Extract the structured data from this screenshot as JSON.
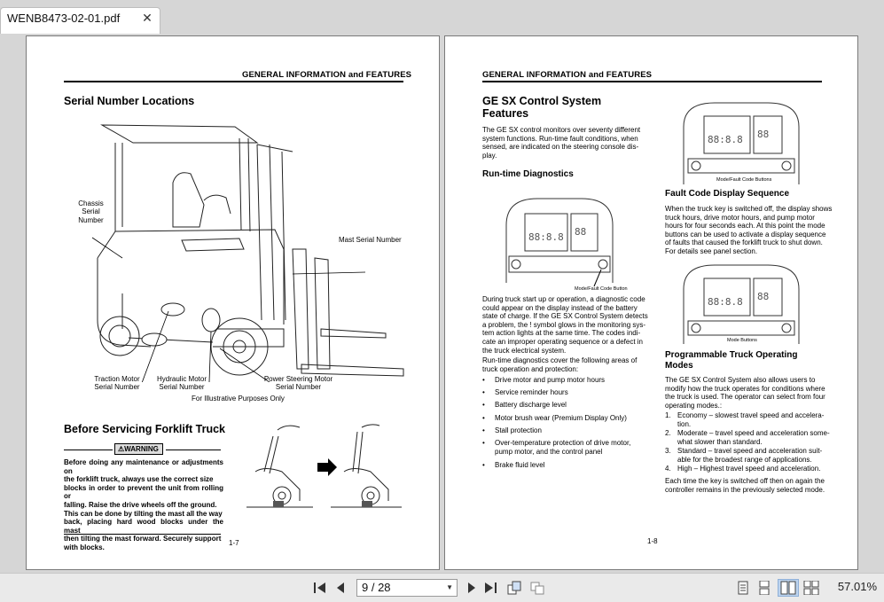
{
  "tab": {
    "title": "WENB8473-02-01.pdf",
    "close_label": "✕"
  },
  "left_page": {
    "header": "GENERAL INFORMATION and FEATURES",
    "serial_title": "Serial Number Locations",
    "labels": {
      "chassis": [
        "Chassis",
        "Serial",
        "Number"
      ],
      "mast": "Mast Serial Number",
      "traction": [
        "Traction Motor",
        "Serial Number"
      ],
      "hydraulic": [
        "Hydraulic Motor",
        "Serial Number"
      ],
      "steering": [
        "Power Steering Motor",
        "Serial Number"
      ],
      "illustrative": "For Illustrative Purposes Only"
    },
    "before_title": "Before Servicing Forklift Truck",
    "warning_label": "WARNING",
    "warning_lines": [
      "Before doing any maintenance or adjustments on",
      "the forklift truck, always use the correct size",
      "blocks in order to prevent the unit from rolling or",
      "falling. Raise the drive wheels off the ground.",
      "This can be done by tilting the mast all the way",
      "back, placing hard wood blocks under the mast",
      "then tilting the mast forward. Securely support",
      "with blocks."
    ],
    "page_number": "1-7"
  },
  "right_page": {
    "header": "GENERAL INFORMATION and FEATURES",
    "title_lines": [
      "GE SX Control System",
      "Features"
    ],
    "intro_lines": [
      "The GE SX control monitors over seventy different",
      "system functions. Run-time fault conditions, when",
      "sensed, are indicated on the steering console dis-",
      "play."
    ],
    "runtime_title": "Run-time Diagnostics",
    "mode_fault_caption": "Mode/Fault Code Button",
    "mode_fault_caption2": "Mode/Fault Code Buttons",
    "mode_buttons_caption": "Mode Buttons",
    "startup_lines": [
      "During truck start up or operation, a diagnostic code",
      "could appear on the display instead of the battery",
      "state of charge. If the GE SX Control System detects",
      "a problem, the ! symbol glows in the monitoring sys-",
      "tem action lights at the same time. The codes indi-",
      "cate an improper operating sequence or a defect in",
      "the truck electrical system."
    ],
    "cover_lines": [
      "Run-time diagnostics cover the following areas of",
      "truck operation and protection:"
    ],
    "bullets": [
      "Drive motor and pump motor hours",
      "Service reminder hours",
      "Battery discharge level",
      "Motor brush wear (Premium Display Only)",
      "Stall protection",
      "Over-temperature protection of drive motor,",
      "pump motor, and the control panel",
      "Brake fluid level"
    ],
    "fault_title": "Fault Code Display Sequence",
    "fault_lines": [
      "When the truck key is switched off, the display shows",
      "truck hours, drive motor hours, and pump motor",
      "hours for four seconds each. At this point the mode",
      "buttons can be used to activate a display sequence",
      "of faults that caused the forklift truck to shut down.",
      "For details see panel section."
    ],
    "prog_title_lines": [
      "Programmable Truck Operating",
      "Modes"
    ],
    "prog_lines": [
      "The GE SX Control System also allows users to",
      "modify how the truck operates for conditions where",
      "the truck is used. The operator can select from four",
      "operating modes.:"
    ],
    "modes": [
      {
        "num": "1.",
        "lines": [
          "Economy – slowest travel speed and accelera-",
          "tion."
        ]
      },
      {
        "num": "2.",
        "lines": [
          "Moderate – travel speed and acceleration some-",
          "what slower than standard."
        ]
      },
      {
        "num": "3.",
        "lines": [
          "Standard – travel speed and acceleration suit-",
          "able for the broadest range of applications."
        ]
      },
      {
        "num": "4.",
        "lines": [
          "High – Highest travel speed and acceleration."
        ]
      }
    ],
    "closing_lines": [
      "Each time the key is switched off then on again the",
      "controller remains in the previously selected mode."
    ],
    "page_number": "1-8"
  },
  "toolbar": {
    "page_value": "9 / 28",
    "zoom": "57.01%",
    "icons": [
      "first-page-icon",
      "prev-page-icon",
      "next-page-icon",
      "last-page-icon",
      "rotate-icon",
      "fit-icon",
      "single-page-icon",
      "continuous-icon",
      "two-page-icon",
      "two-page-continuous-icon"
    ]
  }
}
